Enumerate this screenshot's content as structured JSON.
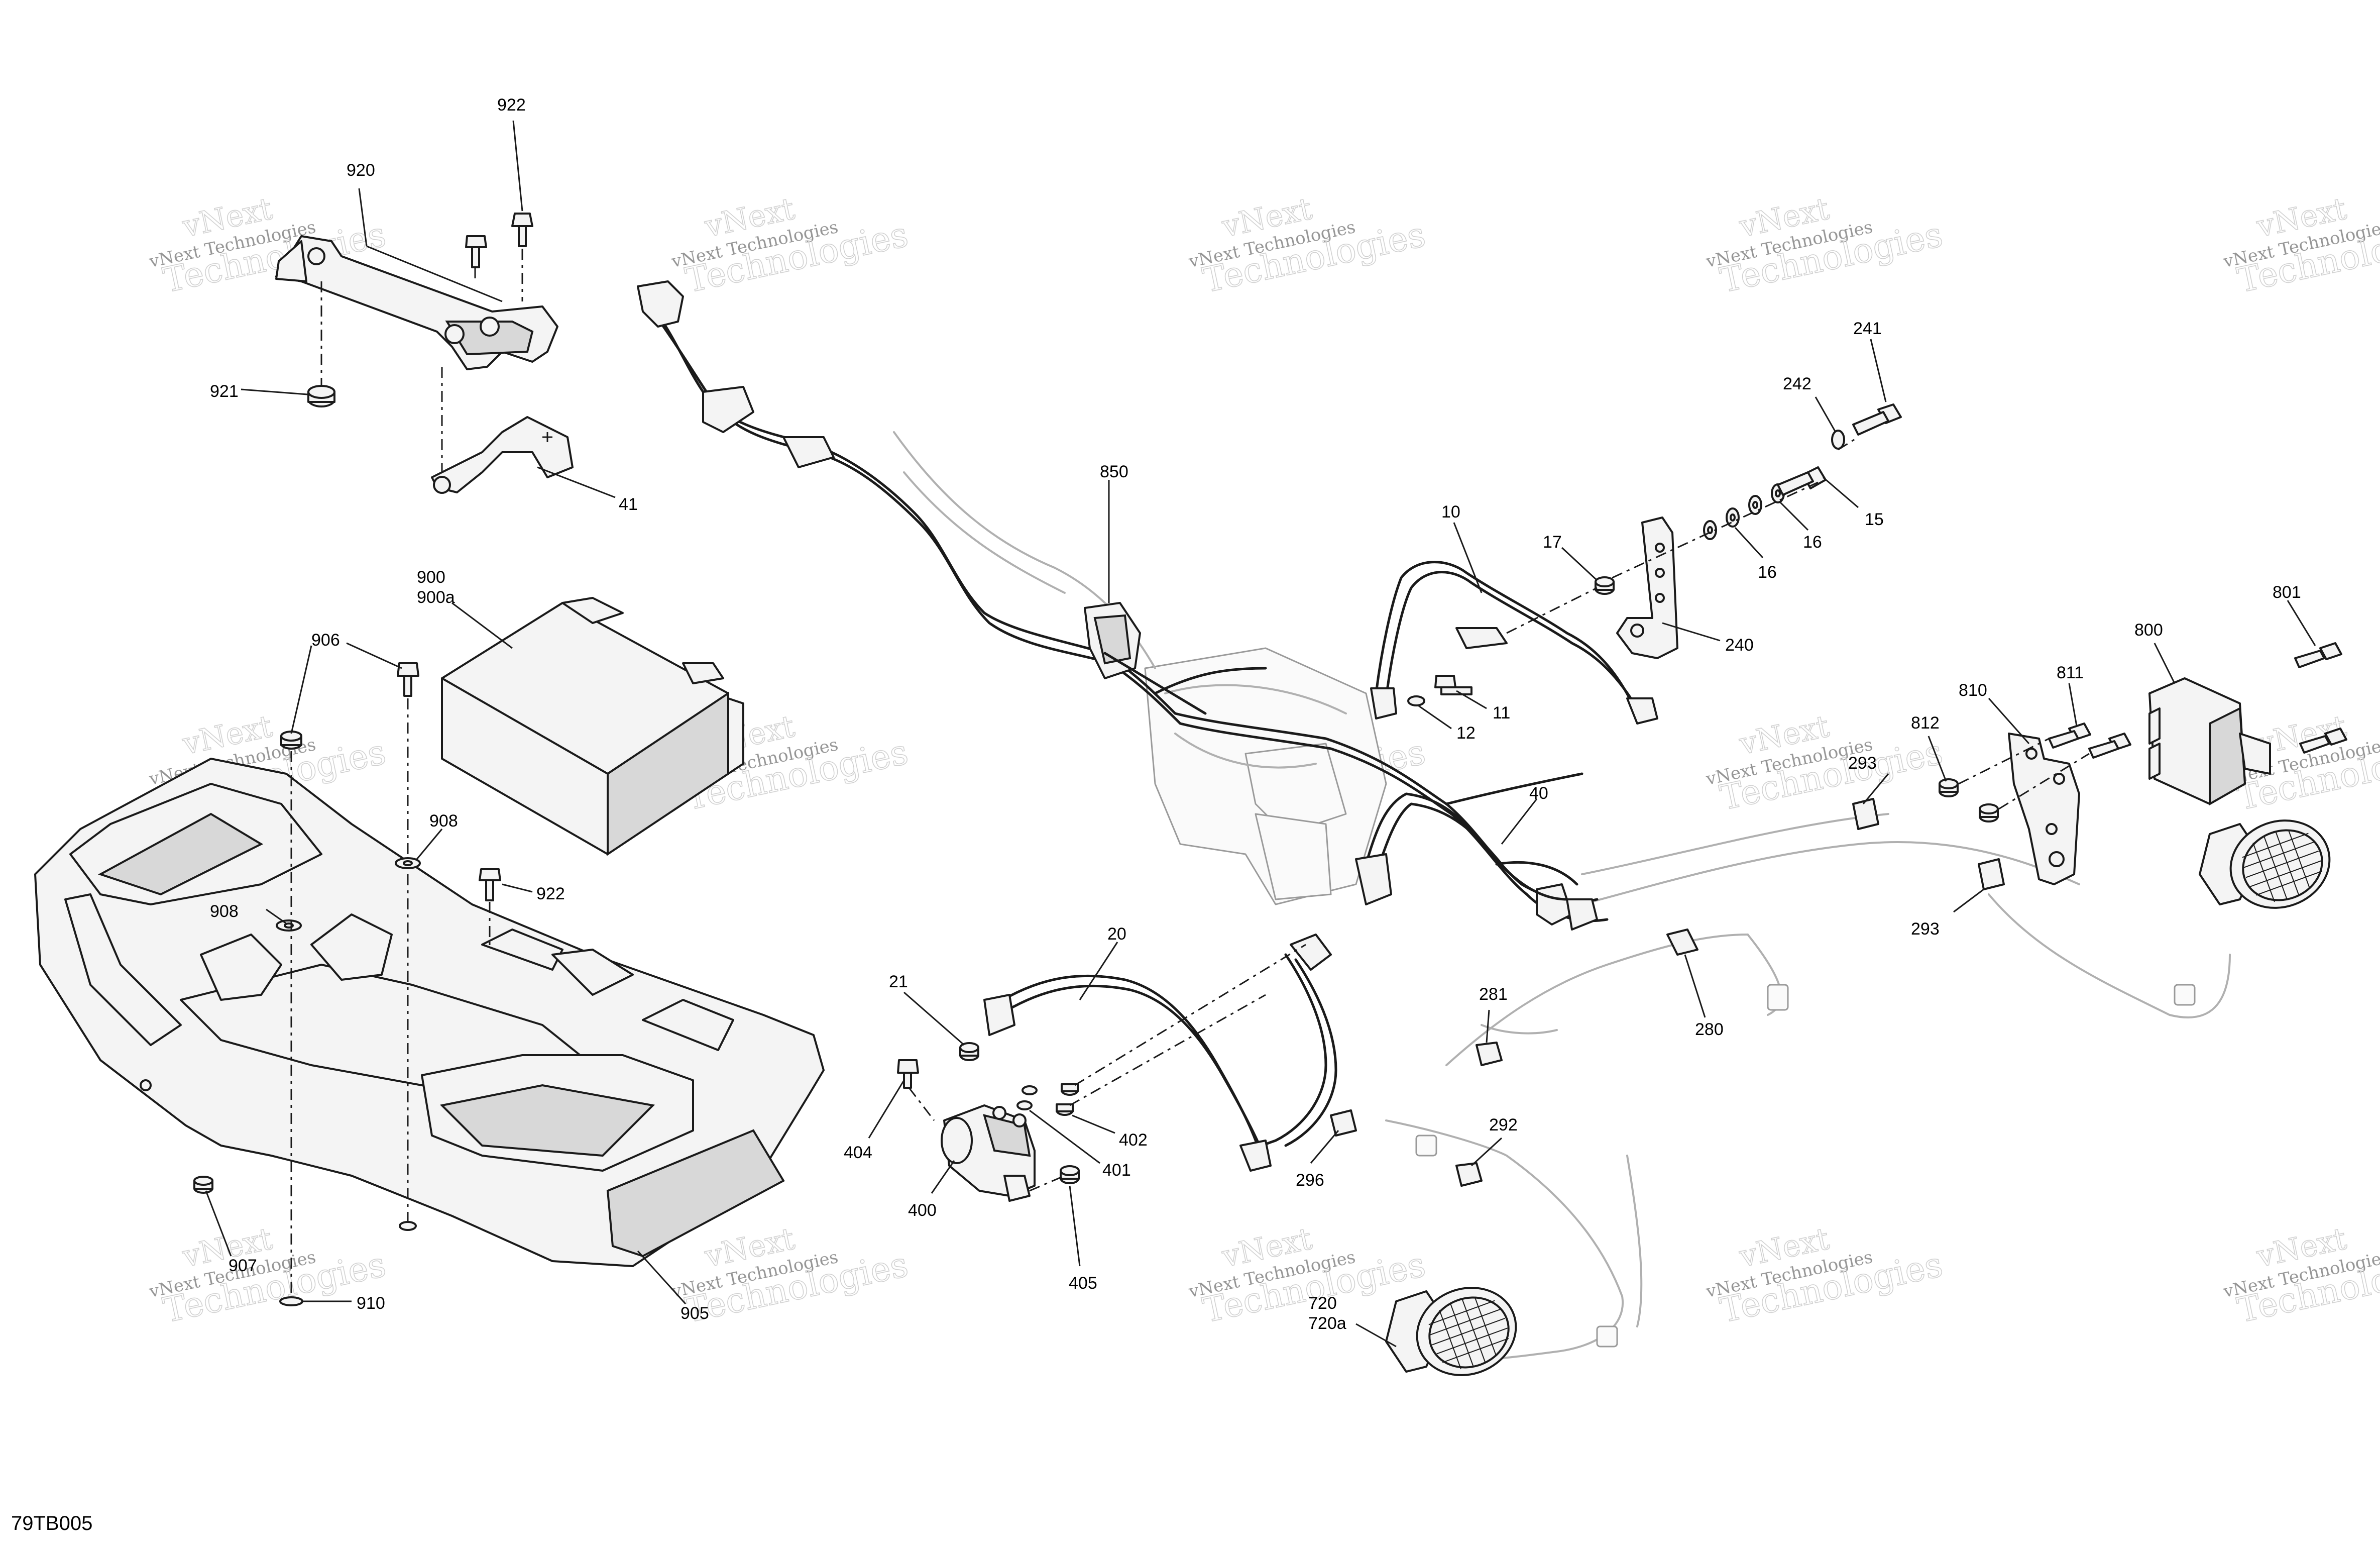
{
  "figure_code": "79TB005",
  "watermark": {
    "line1": "vNext",
    "line2": "vNext Technologies",
    "line3": "Technologies"
  },
  "callouts": [
    "922",
    "920",
    "921",
    "41",
    "900",
    "900a",
    "906",
    "908",
    "922",
    "908",
    "907",
    "910",
    "905",
    "850",
    "10",
    "17",
    "242",
    "241",
    "15",
    "16",
    "16",
    "240",
    "11",
    "12",
    "40",
    "20",
    "21",
    "404",
    "400",
    "402",
    "401",
    "405",
    "281",
    "280",
    "292",
    "296",
    "720",
    "720a",
    "801",
    "800",
    "811",
    "810",
    "812",
    "293",
    "293"
  ]
}
